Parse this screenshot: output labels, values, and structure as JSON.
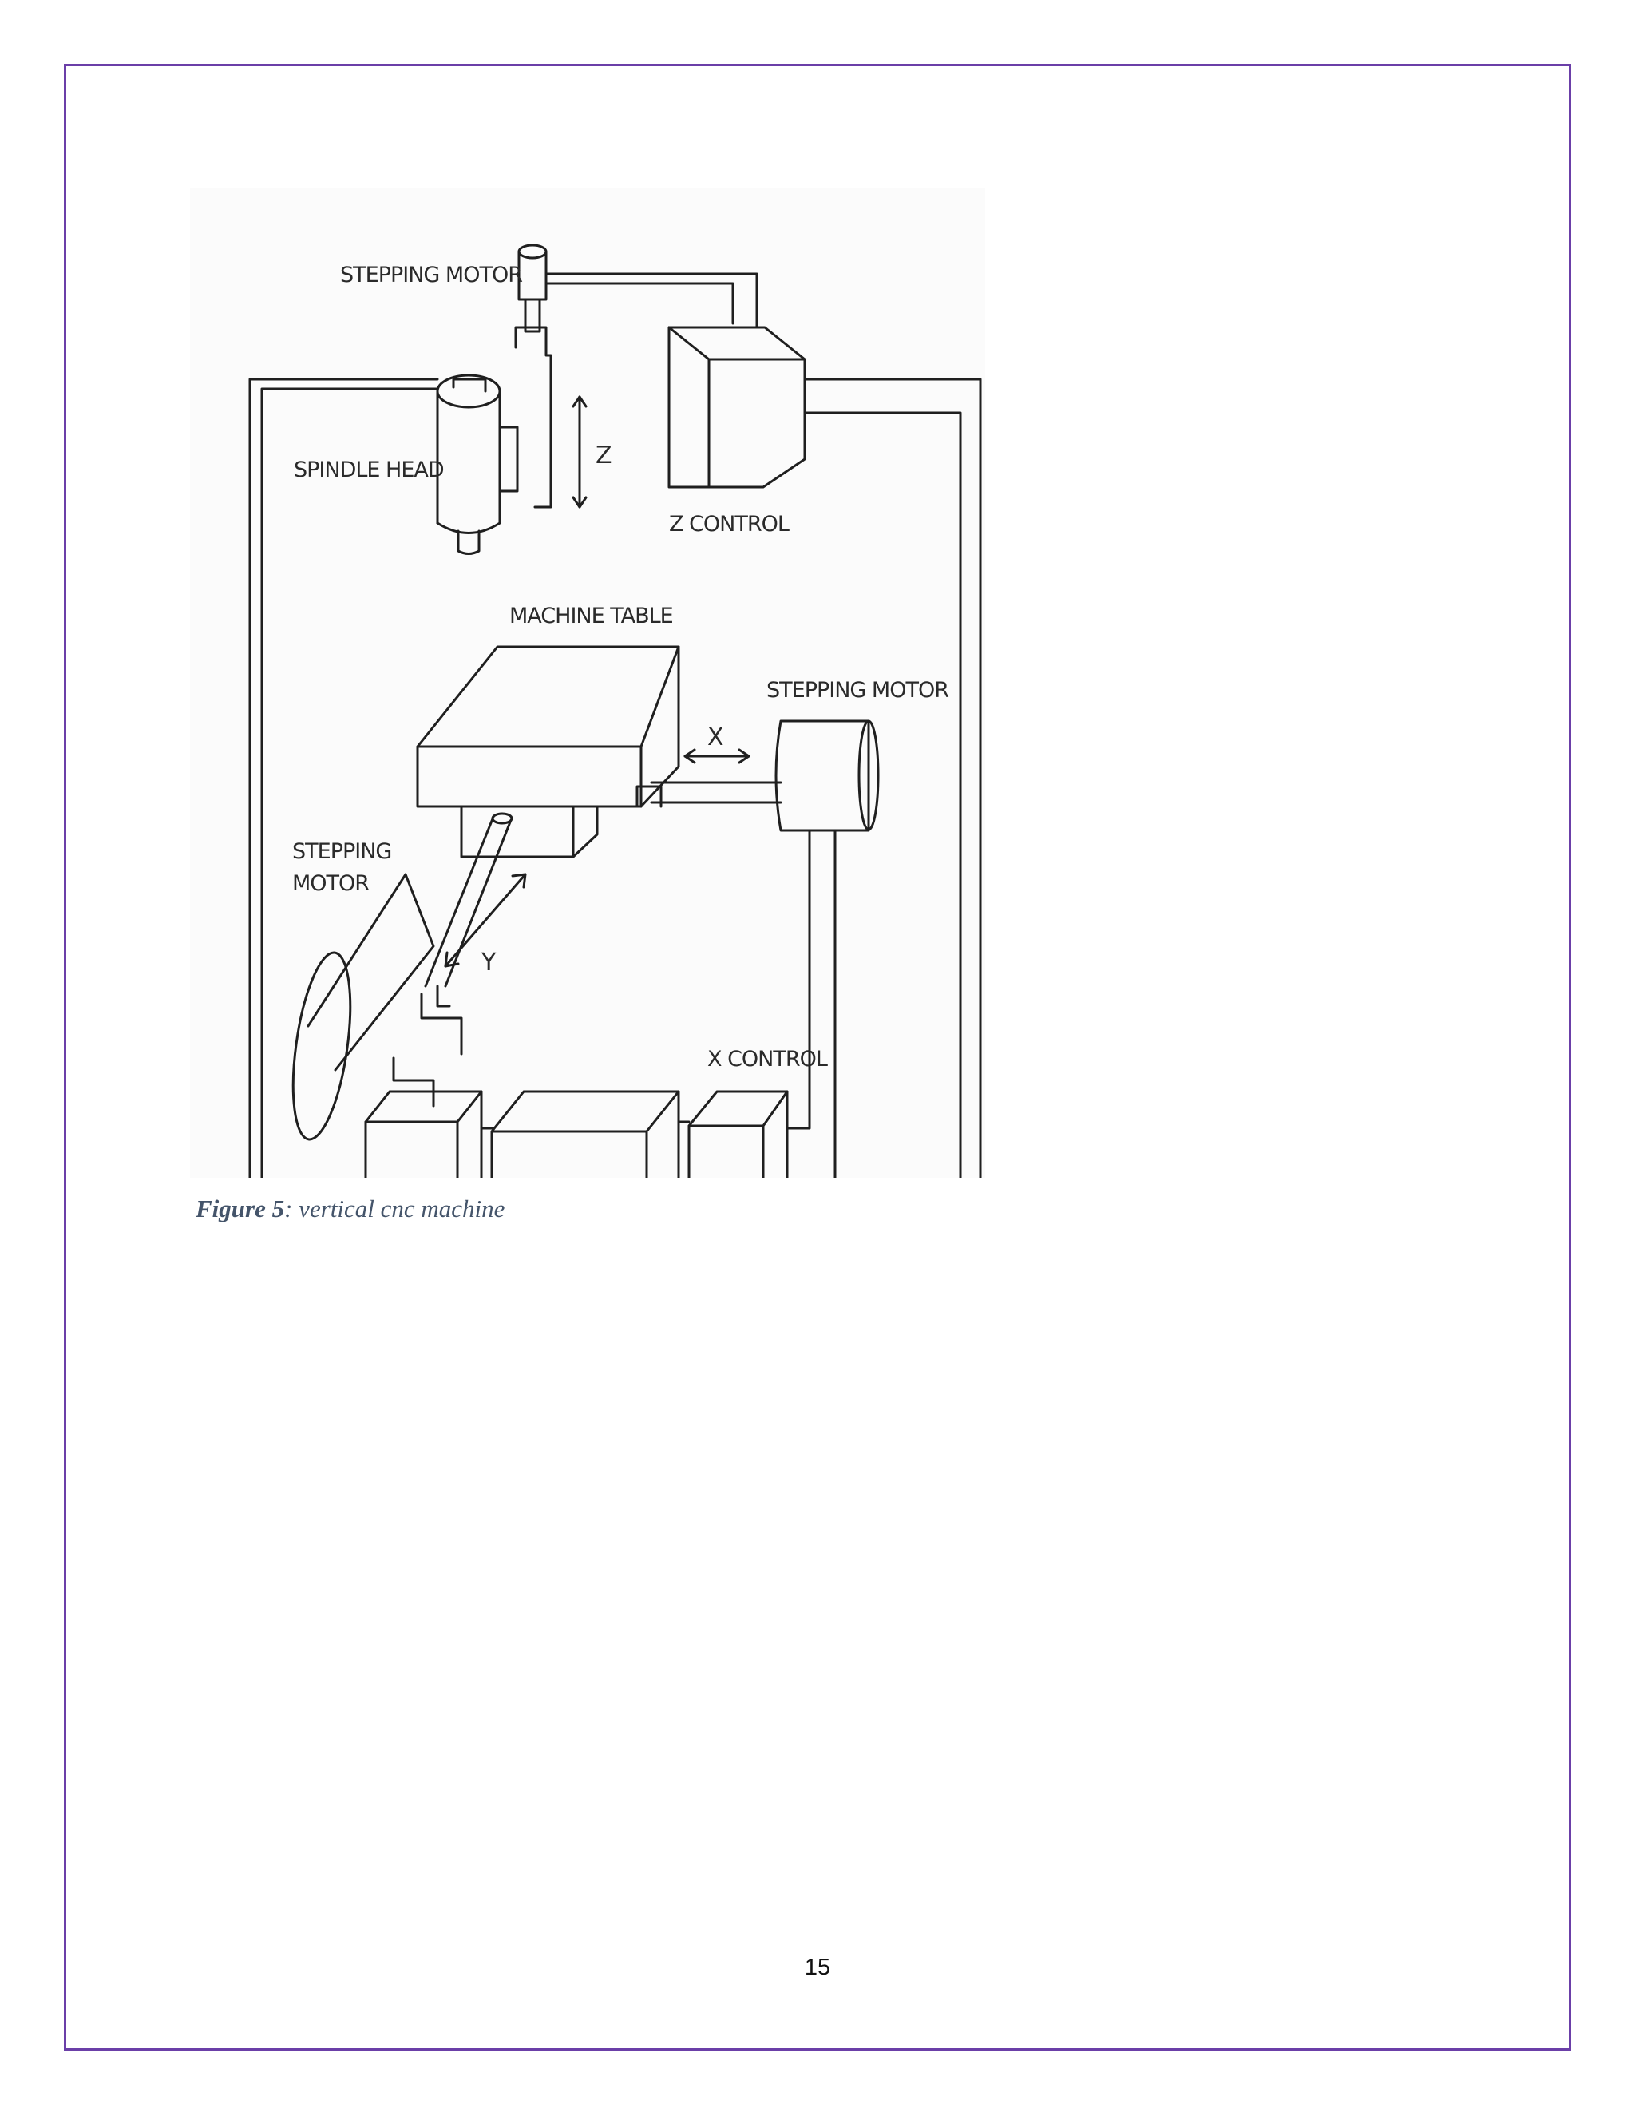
{
  "figure": {
    "labels": {
      "stepping_motor_top": "STEPPING MOTOR",
      "spindle_head": "SPINDLE HEAD",
      "z_axis": "Z",
      "z_control": "Z CONTROL",
      "machine_table": "MACHINE TABLE",
      "stepping_motor_right": "STEPPING MOTOR",
      "x_axis": "X",
      "stepping_motor_left_line1": "STEPPING",
      "stepping_motor_left_line2": "MOTOR",
      "y_axis": "Y",
      "x_control": "X CONTROL"
    }
  },
  "caption": {
    "label": "Figure 5",
    "text": ": vertical cnc machine"
  },
  "page_number": "15",
  "colors": {
    "border": "#6b3fa8",
    "caption_text": "#44546a",
    "line_art": "#1f1f1f"
  }
}
